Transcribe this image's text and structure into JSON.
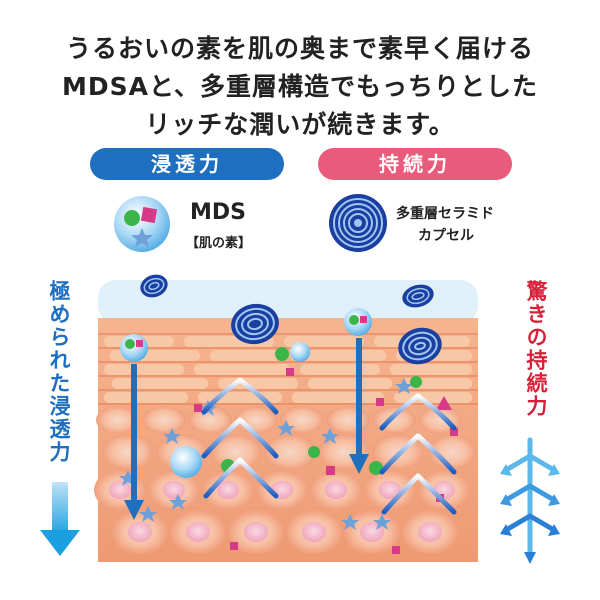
{
  "headline": {
    "line1": "うるおいの素を肌の奥まで素早く届ける",
    "line2": "MDSAと、多重層構造でもっちりとした",
    "line3": "リッチな潤いが続きます。"
  },
  "pills": {
    "left": "浸透力",
    "right": "持続力"
  },
  "legend": {
    "mds_name": "MDS",
    "mds_sub": "【肌の素】",
    "capsule_name_line1": "多重層セラミド",
    "capsule_name_line2": "カプセル"
  },
  "side_labels": {
    "left": "極められた浸透力",
    "right": "驚きの持続力"
  },
  "colors": {
    "blue": "#1f6fc0",
    "pink": "#e95b7b",
    "red_text": "#d6213a",
    "skin": "#f2a57f",
    "cell": "#f7c7a6"
  },
  "icons": {
    "mds": "mds-molecule-icon",
    "capsule": "ceramide-capsule-icon"
  }
}
